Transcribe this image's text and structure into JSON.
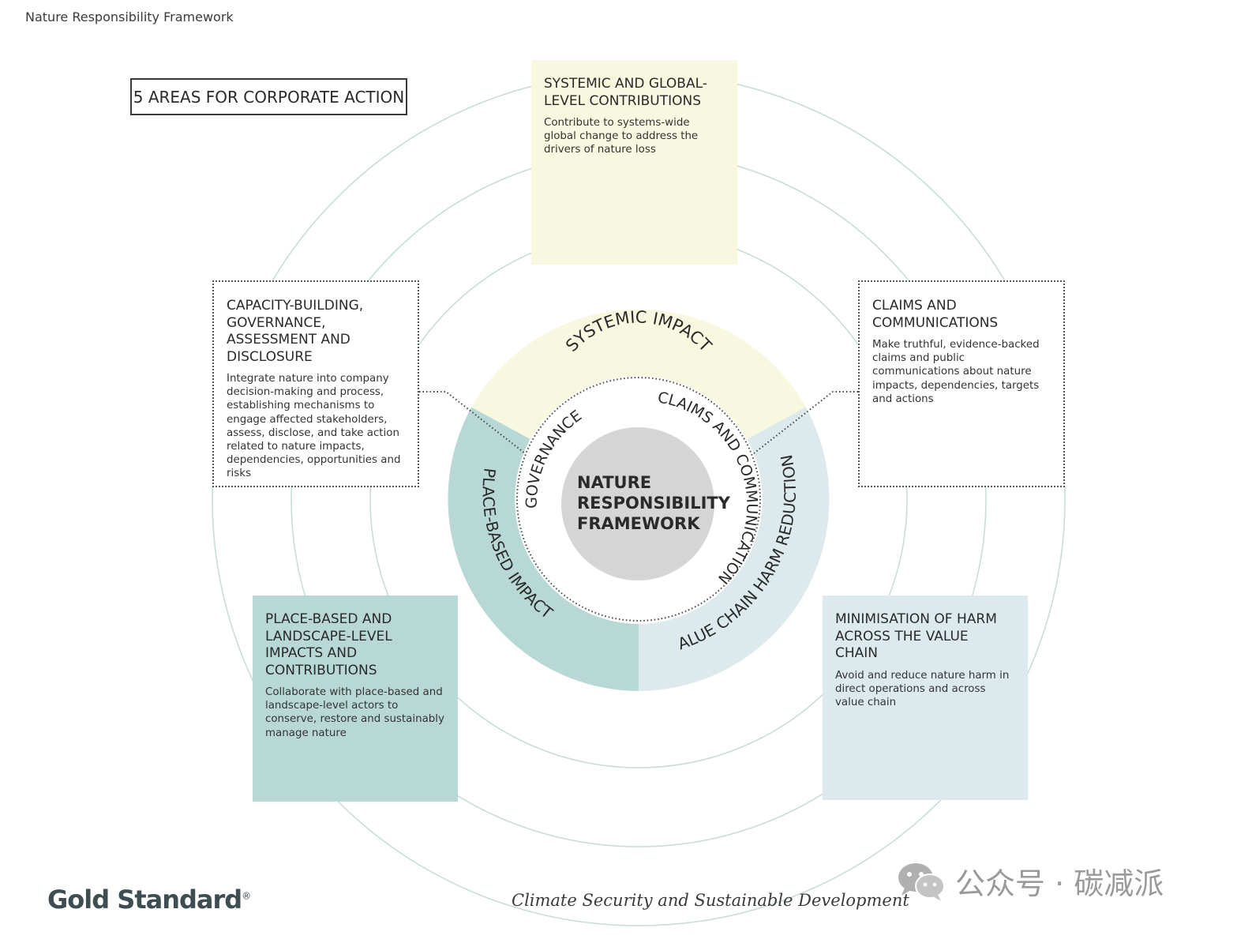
{
  "page_header": "Nature Responsibility Framework",
  "areas_title": "5 AREAS FOR CORPORATE ACTION",
  "center": {
    "line1": "NATURE",
    "line2": "RESPONSIBILITY",
    "line3": "FRAMEWORK"
  },
  "inner_ring": {
    "governance": "GOVERNANCE",
    "claims": "CLAIMS AND COMMUNICATION"
  },
  "outer_ring": {
    "systemic": "SYSTEMIC IMPACT",
    "place": "PLACE-BASED IMPACT",
    "value_chain": "VALUE CHAIN HARM REDUCTION"
  },
  "boxes": {
    "systemic": {
      "heading": "SYSTEMIC AND GLOBAL-LEVEL CONTRIBUTIONS",
      "desc": "Contribute to systems-wide global change to address the drivers of nature loss"
    },
    "capacity": {
      "heading": "CAPACITY-BUILDING, GOVERNANCE, ASSESSMENT AND DISCLOSURE",
      "desc": "Integrate nature into company decision-making and process, establishing mechanisms to engage affected stakeholders, assess, disclose, and take action related to nature impacts, dependencies, opportunities and risks"
    },
    "claims": {
      "heading": "CLAIMS AND COMMUNICATIONS",
      "desc": "Make truthful, evidence-backed claims and public communications about nature impacts, dependencies, targets and actions"
    },
    "place": {
      "heading": "PLACE-BASED AND LANDSCAPE-LEVEL IMPACTS AND CONTRIBUTIONS",
      "desc": "Collaborate with place-based and landscape-level actors to conserve, restore and sustainably manage nature"
    },
    "harm": {
      "heading": "MINIMISATION OF HARM ACROSS THE VALUE CHAIN",
      "desc": "Avoid and reduce nature harm in direct operations and across value chain"
    }
  },
  "footer": {
    "logo": "Gold Standard",
    "logo_mark": "®",
    "tagline": "Climate Security and Sustainable Development"
  },
  "watermark": {
    "text": "公众号 · 碳减派",
    "icon": "wechat-icon"
  },
  "colors": {
    "systemic": "#f8f7df",
    "place": "#b8d8d6",
    "value_chain": "#dceaed",
    "center": "#d5d5d5",
    "rings": "#c9dcdc"
  }
}
